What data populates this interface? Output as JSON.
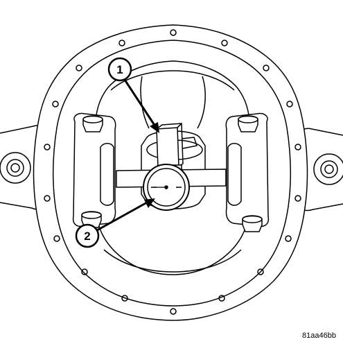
{
  "callouts": [
    {
      "number": "1"
    },
    {
      "number": "2"
    }
  ],
  "figure_code": "81aa46bb",
  "colors": {
    "line": "#000000",
    "fill": "#ffffff",
    "shade": "#e8e8e8"
  }
}
